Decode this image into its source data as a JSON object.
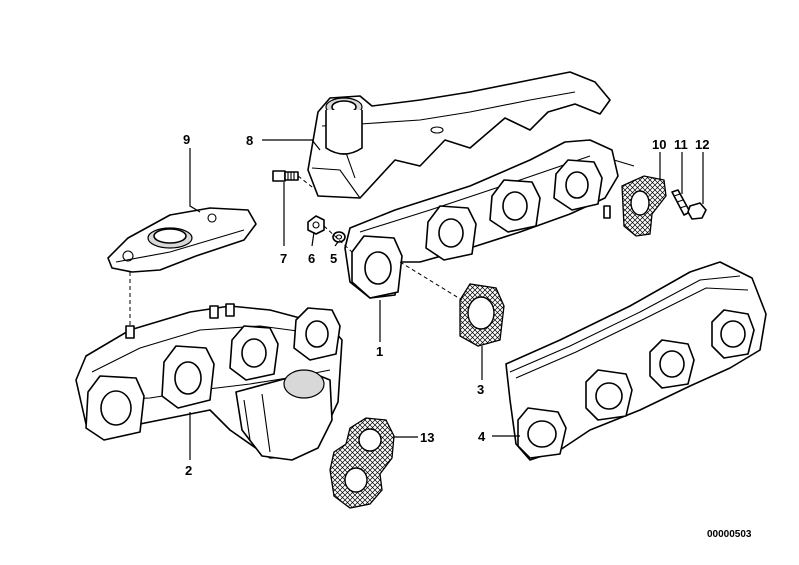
{
  "callouts": {
    "c1": "1",
    "c2": "2",
    "c3": "3",
    "c4": "4",
    "c5": "5",
    "c6": "6",
    "c7": "7",
    "c8": "8",
    "c9": "9",
    "c10": "10",
    "c11": "11",
    "c12": "12",
    "c13": "13"
  },
  "reference_code": "00000503",
  "colors": {
    "line": "#000000",
    "background": "#ffffff",
    "shade": "#d8d8d8"
  }
}
